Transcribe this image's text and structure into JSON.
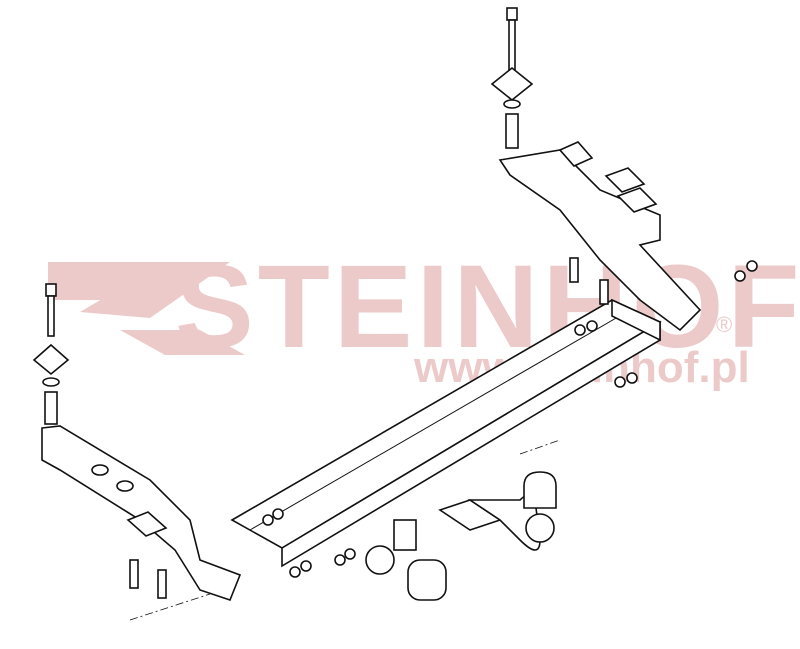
{
  "diagram": {
    "type": "exploded-assembly-drawing",
    "subject": "tow bar (towing hitch) assembly",
    "watermark": {
      "brand": "STEINHOF",
      "registered_mark": "®",
      "url": "www.steinhof.pl",
      "color": "#eccaca"
    },
    "components": [
      {
        "id": "crossbar",
        "label": "main cross beam"
      },
      {
        "id": "left-bracket",
        "label": "left mounting bracket"
      },
      {
        "id": "right-bracket",
        "label": "right mounting bracket"
      },
      {
        "id": "ball-arm",
        "label": "tow ball neck"
      },
      {
        "id": "ball-cap",
        "label": "ball cover cap"
      },
      {
        "id": "socket",
        "label": "electrical socket"
      },
      {
        "id": "socket-plate",
        "label": "socket mounting plate"
      },
      {
        "id": "bolts",
        "label": "bolts, washers and nuts"
      },
      {
        "id": "spacers",
        "label": "square spacer plates and tubes"
      }
    ],
    "line_color": "#111111",
    "background": "#ffffff"
  }
}
